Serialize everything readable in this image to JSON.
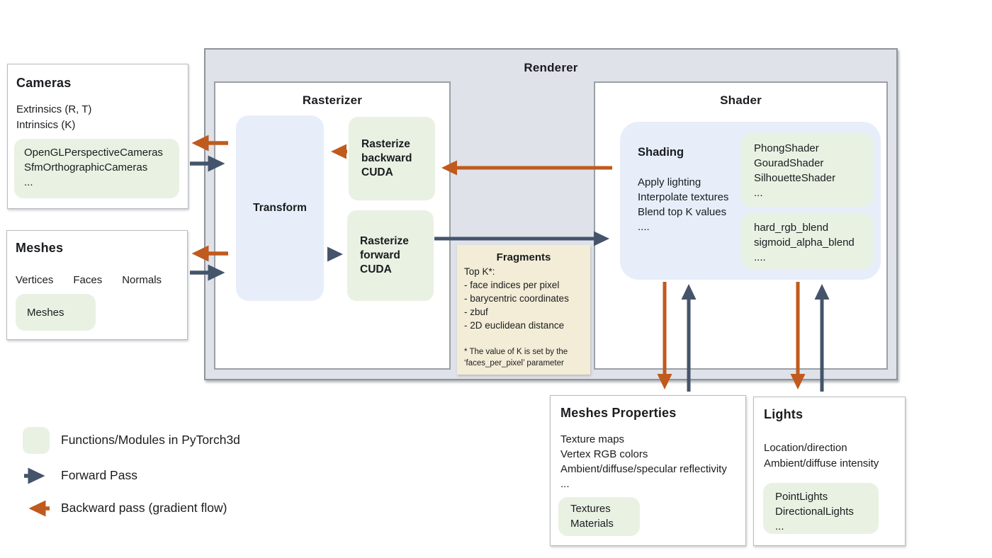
{
  "renderer": {
    "title": "Renderer"
  },
  "rasterizer": {
    "title": "Rasterizer",
    "transform": "Transform",
    "backward_cuda": "Rasterize backward CUDA",
    "forward_cuda": "Rasterize forward CUDA"
  },
  "fragments": {
    "title": "Fragments",
    "lines": [
      "Top K*:",
      "- face indices per pixel",
      "- barycentric coordinates",
      "- zbuf",
      "- 2D euclidean distance"
    ],
    "footnote": "* The value of K is set by the\n‘faces_per_pixel’ parameter"
  },
  "shader": {
    "title": "Shader",
    "shading_title": "Shading",
    "shading_lines": [
      "Apply lighting",
      "Interpolate textures",
      "Blend top K values",
      "...."
    ],
    "shader_modules": [
      "PhongShader",
      "GouradShader",
      "SilhouetteShader",
      "..."
    ],
    "blend_modules": [
      "hard_rgb_blend",
      "sigmoid_alpha_blend",
      "...."
    ]
  },
  "cameras": {
    "title": "Cameras",
    "lines": [
      "Extrinsics (R, T)",
      "Intrinsics (K)"
    ],
    "modules": [
      "OpenGLPerspectiveCameras",
      "SfmOrthographicCameras",
      "..."
    ]
  },
  "meshes": {
    "title": "Meshes",
    "fields": [
      "Vertices",
      "Faces",
      "Normals"
    ],
    "modules": [
      "Meshes"
    ]
  },
  "meshes_properties": {
    "title": "Meshes Properties",
    "lines": [
      "Texture maps",
      "Vertex RGB colors",
      "Ambient/diffuse/specular reflectivity",
      "..."
    ],
    "modules": [
      "Textures",
      "Materials"
    ]
  },
  "lights": {
    "title": "Lights",
    "lines": [
      "Location/direction",
      "Ambient/diffuse intensity"
    ],
    "modules": [
      "PointLights",
      "DirectionalLights",
      "..."
    ]
  },
  "legend": {
    "modules_label": "Functions/Modules in PyTorch3d",
    "forward_label": "Forward Pass",
    "backward_label": "Backward pass (gradient flow)"
  },
  "colors": {
    "forward_arrow": "#44546a",
    "backward_arrow": "#c05a1d",
    "module_green": "#e9f1e3",
    "panel_blue": "#e7eef9",
    "note_cream": "#f3edd7",
    "renderer_background": "#dfe2e9"
  }
}
